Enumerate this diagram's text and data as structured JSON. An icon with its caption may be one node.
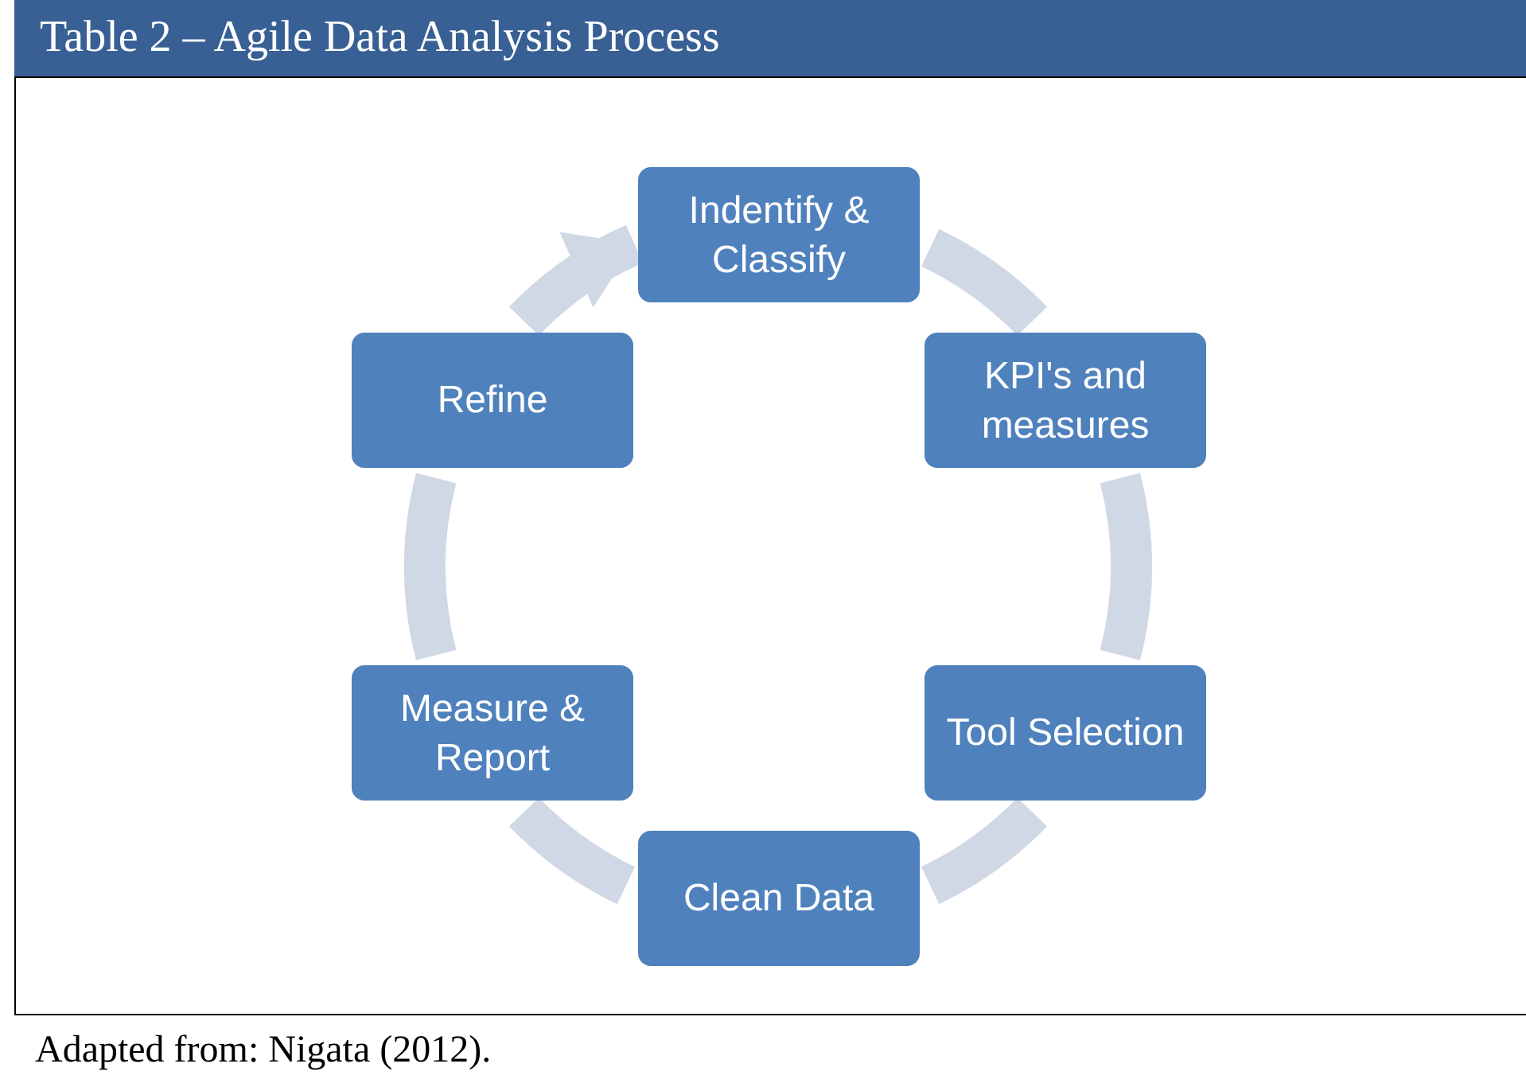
{
  "diagram": {
    "title": "Table 2 – Agile Data Analysis Process",
    "caption": "Adapted from: Nigata (2012).",
    "nodes": [
      {
        "text": [
          "Indentify & Classify"
        ]
      },
      {
        "text": [
          "KPI's and measures"
        ]
      },
      {
        "text": [
          "Tool Selection"
        ]
      },
      {
        "text": [
          "Clean Data"
        ]
      },
      {
        "text": [
          "Measure & Report"
        ]
      },
      {
        "text": [
          "Refine"
        ]
      }
    ],
    "edges": [
      {
        "from": 0,
        "to": 1,
        "arrow": "none"
      },
      {
        "from": 1,
        "to": 2,
        "arrow": "none"
      },
      {
        "from": 2,
        "to": 3,
        "arrow": "none"
      },
      {
        "from": 3,
        "to": 4,
        "arrow": "none"
      },
      {
        "from": 4,
        "to": 5,
        "arrow": "none"
      },
      {
        "from": 5,
        "to": 0,
        "arrow": "to"
      }
    ]
  }
}
